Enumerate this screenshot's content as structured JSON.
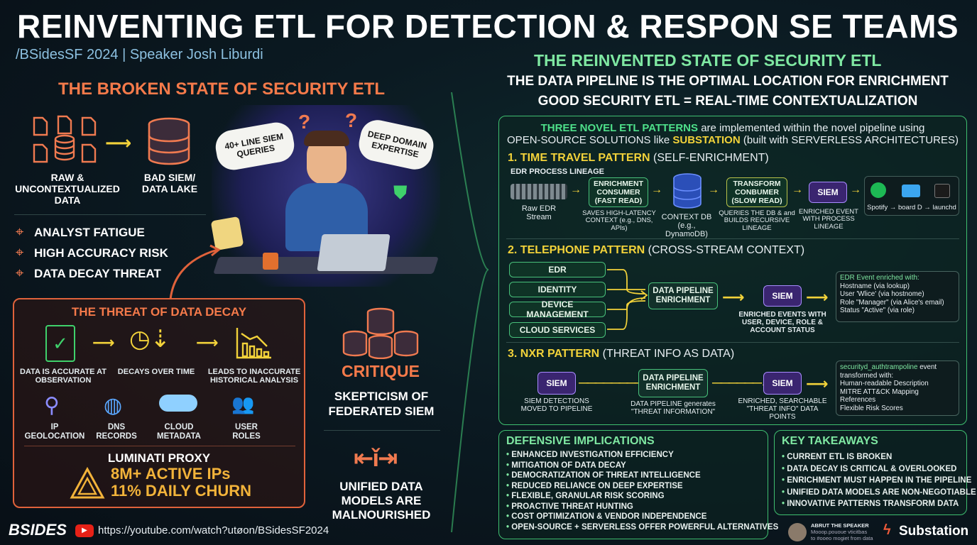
{
  "title": "REINVENTING ETL FOR DETECTION & RESPON SE TEAMS",
  "subtitle": "/BSidesSF 2024 | Speaker Josh Liburdi",
  "left": {
    "heading": "THE BROKEN STATE OF SECURITY ETL",
    "raw_label": "RAW & UNCONTEXTUALIZED DATA",
    "siem_label": "BAD SIEM/ DATA LAKE",
    "bubble1": "40+ LINE SIEM QUERIES",
    "bubble2": "DEEP DOMAIN EXPERTISE",
    "problems": [
      "ANALYST FATIGUE",
      "HIGH ACCURACY RISK",
      "DATA DECAY THREAT"
    ],
    "decay": {
      "heading": "THE THREAT OF DATA DECAY",
      "steps": [
        "DATA IS ACCURATE AT OBSERVATION",
        "DECAYS OVER TIME",
        "LEADS TO INACCURATE HISTORICAL ANALYSIS"
      ],
      "types": [
        "IP GEOLOCATION",
        "DNS RECORDS",
        "CLOUD METADATA",
        "USER ROLES"
      ],
      "proxy_title": "LUMINATI PROXY",
      "proxy_stat1": "8M+ ACTIVE IPs",
      "proxy_stat2": "11% DAILY CHURN"
    },
    "critique": "CRITIQUE",
    "critique_text": "SKEPTICISM OF FEDERATED SIEM",
    "unified_text": "UNIFIED DATA MODELS ARE MALNOURISHED",
    "bsides": "BSIDES",
    "youtube": "https://youtube.com/watch?utøon/BSidesSF2024"
  },
  "right": {
    "heading": "THE REINVENTED STATE OF SECURITY ETL",
    "line1": "THE DATA PIPELINE IS THE OPTIMAL LOCATION FOR ENRICHMENT",
    "line2": "GOOD SECURITY ETL = REAL-TIME CONTEXTUALIZATION",
    "intro_hl": "THREE NOVEL ETL PATTERNS",
    "intro_a": " are implemented within the novel pipeline using",
    "intro_b": "OPEN-SOURCE SOLUTIONS like ",
    "intro_sub": "SUBSTATION",
    "intro_c": " (built with SERVERLESS ARCHITECTURES)",
    "p1": {
      "title": "1. TIME TRAVEL PATTERN",
      "suffix": " (SELF-ENRICHMENT)",
      "lineage": "EDR PROCESS LINEAGE",
      "raw": "Raw EDR Stream",
      "enrich": "ENRICHMENT CONSUMER (FAST READ)",
      "enrich_cap": "SAVES HIGH-LATENCY CONTEXT (e.g., DNS, APIs)",
      "db_cap": "CONTEXT DB (e.g., DynamoDB)",
      "transform": "TRANSFORM CONBUMER (SLOW READ)",
      "transform_cap": "QUERIES THE DB & and BUILDS RECURSIVE LINEAGE",
      "siem": "SIEM",
      "siem_cap": "ENRICHED EVENT WITH PROCESS LINEAGE",
      "chain": "Spotify → board D → launchd"
    },
    "p2": {
      "title": "2. TELEPHONE PATTERN",
      "suffix": " (CROSS-STREAM CONTEXT)",
      "sources": [
        "EDR",
        "IDENTITY",
        "DEVICE MANAGEMENT",
        "CLOUD SERVICES"
      ],
      "pipeline": "DATA PIPELINE ENRICHMENT",
      "siem": "SIEM",
      "siem_cap": "ENRICHED EVENTS WITH USER, DEVICE, ROLE & ACCOUNT STATUS",
      "out_title": "EDR Event enriched with:",
      "out": [
        "Hostname (via lookup)",
        "User 'Wlice' (via hostnome)",
        "Role \"Manager\" (via Alice's email)",
        "Status \"Active\" (via role)"
      ]
    },
    "p3": {
      "title": "3. NXR PATTERN",
      "suffix": " (THREAT INFO AS DATA)",
      "siem1": "SIEM",
      "siem1_cap": "SIEM DETECTIONS MOVED TO PIPELINE",
      "pipeline": "DATA PIPELINE ENRICHMENT",
      "pipeline_cap": "DATA PIPELINE generates \"THREAT INFORMATION\"",
      "siem2": "SIEM",
      "siem2_cap": "ENRICHED, SEARCHABLE \"THREAT INFO\" DATA POINTS",
      "out_title": "securityd_authtrampoline",
      "out_title2": " event transformed with:",
      "out": [
        "Human-readable Description",
        "MITRE ATT&CK Mapping",
        "References",
        "Flexible Risk Scores"
      ]
    },
    "defensive": {
      "heading": "DEFENSIVE IMPLICATIONS",
      "items": [
        "ENHANCED INVESTIGATION EFFICIENCY",
        "MITIGATION OF DATA DECAY",
        "DEMOCRATIZATION OF THREAT INTELLIGENCE",
        "REDUCED RELIANCE ON DEEP EXPERTISE",
        "FLEXIBLE, GRANULAR RISK SCORING",
        "PROACTIVE THREAT HUNTING",
        "COST OPTIMIZATION & VENDOR INDEPENDENCE",
        "OPEN-SOURCE + SERVERLESS OFFER POWERFUL ALTERNATIVES"
      ]
    },
    "takeaways": {
      "heading": "KEY TAKEAWAYS",
      "items": [
        "CURRENT ETL IS BROKEN",
        "DATA DECAY IS CRITICAL & OVERLOOKED",
        "ENRICHMENT MUST HAPPEN IN THE PIPELINE",
        "UNIFIED DATA MODELS ARE NON-NEGOTIABLE",
        "INNOVATIVE PATTERNS TRANSFORM DATA"
      ]
    },
    "speaker_title": "ABRUT THE SPEAKER",
    "speaker_text1": "Mooop.pououe vticitbas",
    "speaker_text2": "to #ooeo mogiet from data",
    "substation": "Substation"
  },
  "colors": {
    "orange": "#f57a4a",
    "green": "#7fe8a2",
    "yellow": "#f2d23a",
    "purple": "#3a2570"
  }
}
